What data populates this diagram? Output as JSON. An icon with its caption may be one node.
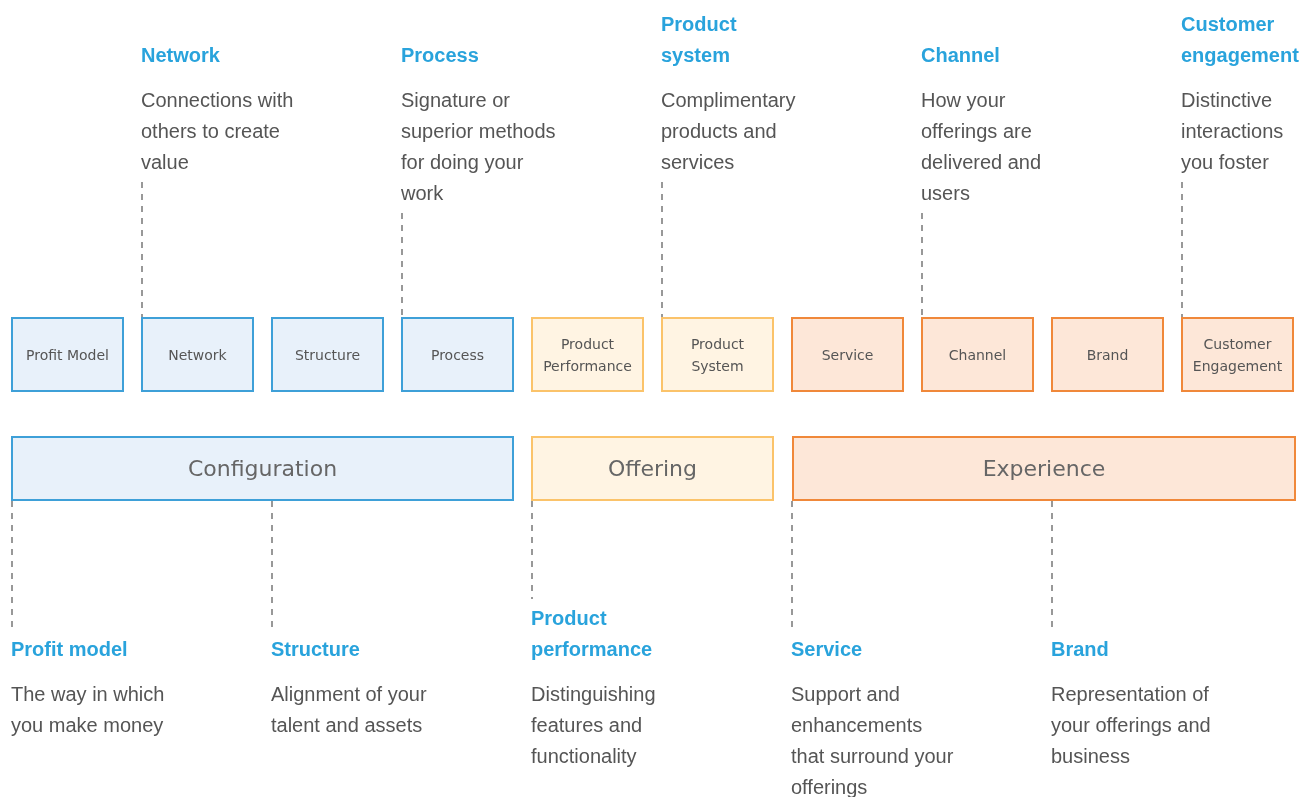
{
  "diagram": {
    "nodes": [
      {
        "text": [
          "Network",
          "Connections with others to create value"
        ]
      },
      {
        "text": [
          "Process",
          "Signature or superior methods for doing your work"
        ]
      },
      {
        "text": [
          "Product system",
          "Complimentary products and services"
        ]
      },
      {
        "text": [
          "Channel",
          "How your offerings are delivered and users"
        ]
      },
      {
        "text": [
          "Customer engagement",
          "Distinctive interactions you foster"
        ]
      },
      {
        "text": [
          "Profit Model"
        ]
      },
      {
        "text": [
          "Network"
        ]
      },
      {
        "text": [
          "Structure"
        ]
      },
      {
        "text": [
          "Process"
        ]
      },
      {
        "text": [
          "Product Performance"
        ]
      },
      {
        "text": [
          "Product System"
        ]
      },
      {
        "text": [
          "Service"
        ]
      },
      {
        "text": [
          "Channel"
        ]
      },
      {
        "text": [
          "Brand"
        ]
      },
      {
        "text": [
          "Customer Engagement"
        ]
      },
      {
        "text": [
          "Configuration"
        ]
      },
      {
        "text": [
          "Offering"
        ]
      },
      {
        "text": [
          "Experience"
        ]
      },
      {
        "text": [
          "Profit model",
          "The way in which you make money"
        ]
      },
      {
        "text": [
          "Structure",
          "Alignment of your talent and assets"
        ]
      },
      {
        "text": [
          "Product performance",
          "Distinguishing features and functionality"
        ]
      },
      {
        "text": [
          "Service",
          "Support and enhancements that surround your offerings"
        ]
      },
      {
        "text": [
          "Brand",
          "Representation of your offerings and business"
        ]
      }
    ],
    "edges": [
      {
        "from": 0,
        "to": 6,
        "arrow": "none",
        "style": "dashed"
      },
      {
        "from": 1,
        "to": 8,
        "arrow": "none",
        "style": "dashed"
      },
      {
        "from": 2,
        "to": 10,
        "arrow": "none",
        "style": "dashed"
      },
      {
        "from": 3,
        "to": 12,
        "arrow": "none",
        "style": "dashed"
      },
      {
        "from": 4,
        "to": 14,
        "arrow": "none",
        "style": "dashed"
      },
      {
        "from": 18,
        "to": 15,
        "arrow": "none",
        "style": "dashed"
      },
      {
        "from": 19,
        "to": 15,
        "arrow": "none",
        "style": "dashed"
      },
      {
        "from": 20,
        "to": 16,
        "arrow": "none",
        "style": "dashed"
      },
      {
        "from": 21,
        "to": 17,
        "arrow": "none",
        "style": "dashed"
      },
      {
        "from": 22,
        "to": 17,
        "arrow": "none",
        "style": "dashed"
      }
    ]
  }
}
